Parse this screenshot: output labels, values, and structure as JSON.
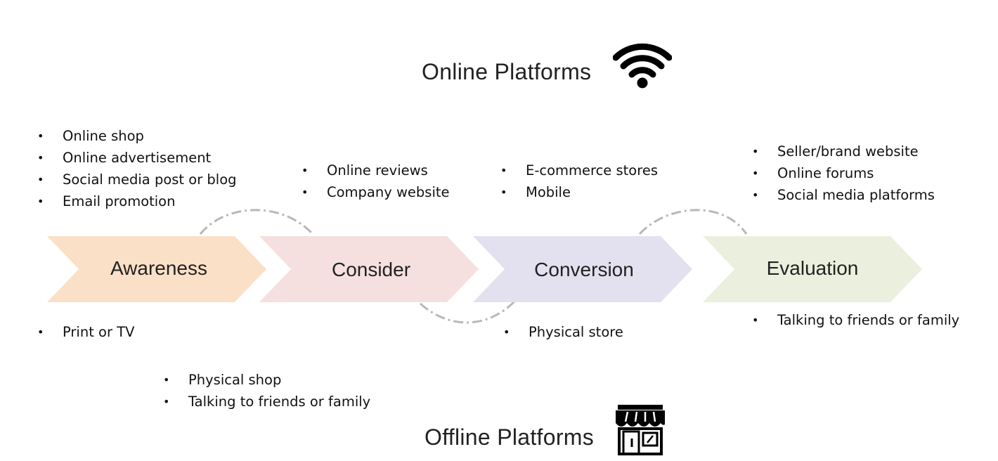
{
  "online": {
    "heading": "Online Platforms",
    "icon": "wifi-icon"
  },
  "offline": {
    "heading": "Offline Platforms",
    "icon": "storefront-icon"
  },
  "stages": [
    {
      "label": "Awareness",
      "color": "#fbe0c8"
    },
    {
      "label": "Consider",
      "color": "#f5e0df"
    },
    {
      "label": "Conversion",
      "color": "#e3e1ef"
    },
    {
      "label": "Evaluation",
      "color": "#eaf0dd"
    }
  ],
  "online_lists": {
    "awareness": [
      "Online shop",
      "Online advertisement",
      "Social media post or blog",
      "Email promotion"
    ],
    "consider": [
      "Online reviews",
      "Company website"
    ],
    "conversion": [
      "E-commerce stores",
      "Mobile"
    ],
    "evaluation": [
      "Seller/brand website",
      "Online forums",
      "Social media platforms"
    ]
  },
  "offline_lists": {
    "awareness": [
      "Print or TV"
    ],
    "consider": [
      "Physical shop",
      "Talking to friends or family"
    ],
    "conversion": [
      "Physical store"
    ],
    "evaluation": [
      "Talking to friends or family"
    ]
  }
}
